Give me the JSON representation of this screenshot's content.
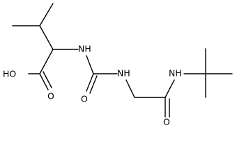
{
  "molecule": {
    "atom_labels": {
      "hydroxyl": "HO",
      "amine_alpha": "NH",
      "amine_urea": "NH",
      "amine_tbutyl": "NH",
      "oxygen_acid": "O",
      "oxygen_urea": "O",
      "oxygen_amide": "O"
    },
    "colors": {
      "bond": "#000000",
      "text": "#000000",
      "background": "#ffffff"
    }
  }
}
